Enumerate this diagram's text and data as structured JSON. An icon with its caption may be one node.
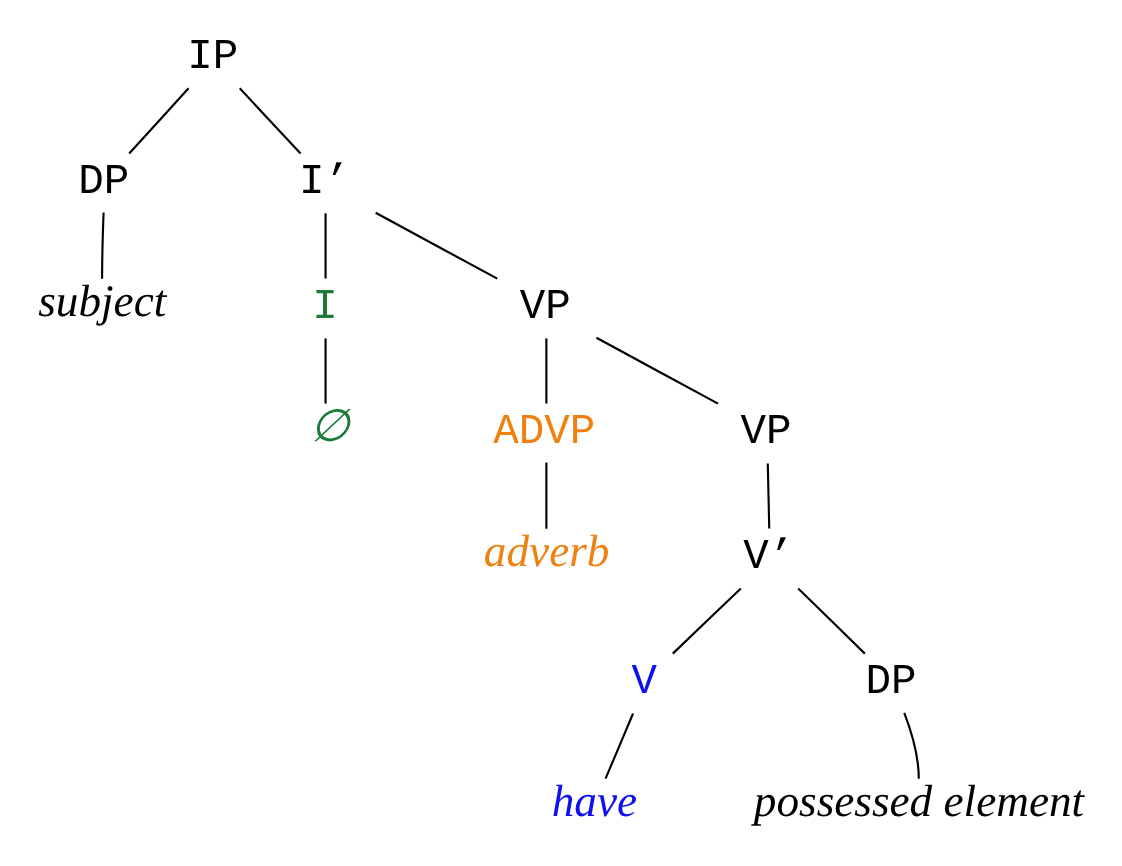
{
  "diagram": {
    "nodes": [
      {
        "text": [
          "IP"
        ]
      },
      {
        "text": [
          "DP"
        ]
      },
      {
        "text": [
          "subject"
        ]
      },
      {
        "text": [
          "I’"
        ]
      },
      {
        "text": [
          "I"
        ]
      },
      {
        "text": [
          "∅"
        ]
      },
      {
        "text": [
          "VP"
        ]
      },
      {
        "text": [
          "ADVP"
        ]
      },
      {
        "text": [
          "adverb"
        ]
      },
      {
        "text": [
          "VP"
        ]
      },
      {
        "text": [
          "V’"
        ]
      },
      {
        "text": [
          "V"
        ]
      },
      {
        "text": [
          "have"
        ]
      },
      {
        "text": [
          "DP"
        ]
      },
      {
        "text": [
          "possessed element"
        ]
      }
    ],
    "edges": [
      {
        "from": 0,
        "to": 1,
        "arrow": "none"
      },
      {
        "from": 0,
        "to": 3,
        "arrow": "none"
      },
      {
        "from": 1,
        "to": 2,
        "arrow": "none"
      },
      {
        "from": 3,
        "to": 4,
        "arrow": "none"
      },
      {
        "from": 4,
        "to": 5,
        "arrow": "none"
      },
      {
        "from": 3,
        "to": 6,
        "arrow": "none"
      },
      {
        "from": 6,
        "to": 7,
        "arrow": "none"
      },
      {
        "from": 7,
        "to": 8,
        "arrow": "none"
      },
      {
        "from": 6,
        "to": 9,
        "arrow": "none"
      },
      {
        "from": 9,
        "to": 10,
        "arrow": "none"
      },
      {
        "from": 10,
        "to": 11,
        "arrow": "none"
      },
      {
        "from": 11,
        "to": 12,
        "arrow": "none"
      },
      {
        "from": 10,
        "to": 13,
        "arrow": "none"
      },
      {
        "from": 13,
        "to": 14,
        "arrow": "none"
      }
    ]
  }
}
